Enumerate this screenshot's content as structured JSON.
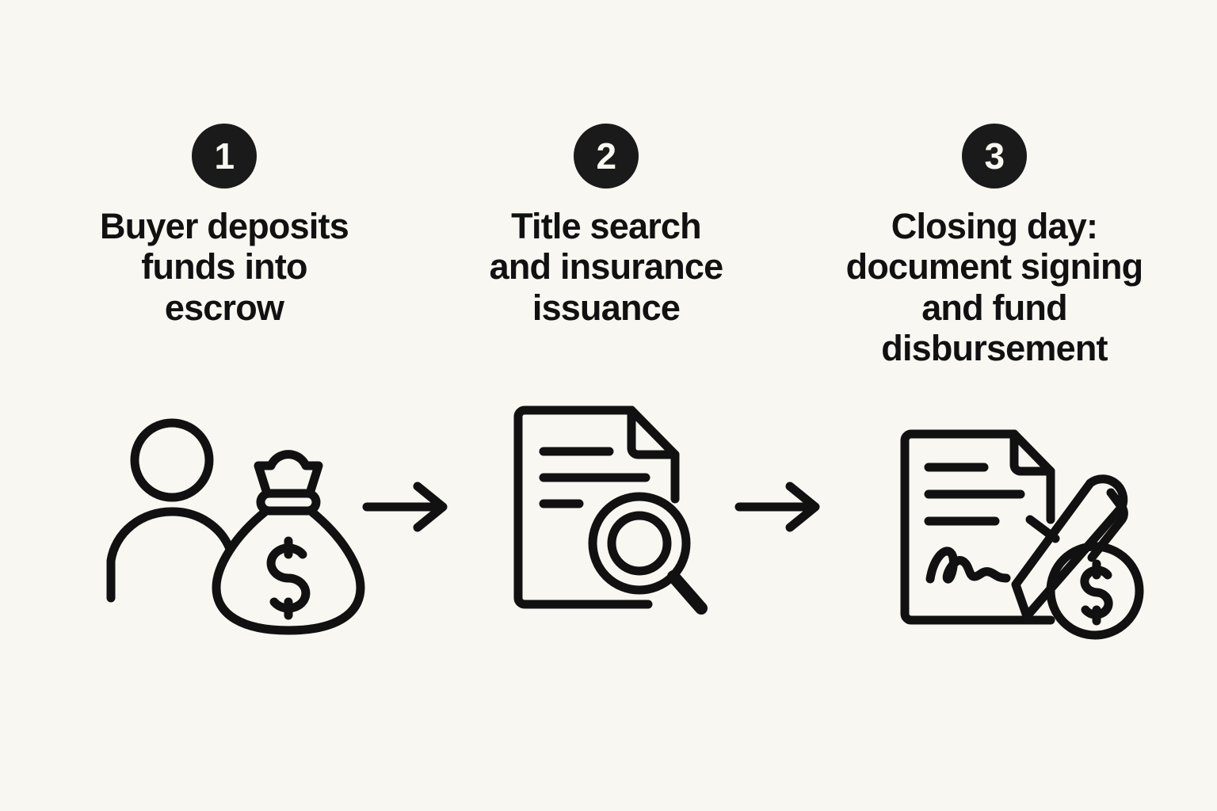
{
  "background_color": "#F8F7F2",
  "ink_color": "#111111",
  "badge_color": "#1A1A1A",
  "badge_text_color": "#F8F7F2",
  "diagram": {
    "type": "process-flow",
    "orientation": "horizontal",
    "step_count": 3,
    "connector": "arrow-right",
    "steps": [
      {
        "number": "1",
        "label": "Buyer deposits\nfunds into\nescrow",
        "label_lines": [
          "Buyer deposits",
          "funds into",
          "escrow"
        ],
        "icon": "person-with-money-bag-icon",
        "icon_parts": [
          "person-head-circle",
          "person-body-arc",
          "money-bag",
          "dollar-sign"
        ]
      },
      {
        "number": "2",
        "label": "Title search\nand insurance\nissuance",
        "label_lines": [
          "Title search",
          "and insurance",
          "issuance"
        ],
        "icon": "document-with-magnifier-icon",
        "icon_parts": [
          "document-page",
          "folded-corner",
          "text-lines",
          "magnifying-glass"
        ]
      },
      {
        "number": "3",
        "label": "Closing day:\ndocument signing\nand fund\ndisbursement",
        "label_lines": [
          "Closing day:",
          "document signing",
          "and fund",
          "disbursement"
        ],
        "icon": "signed-document-with-pen-and-coin-icon",
        "icon_parts": [
          "document-page",
          "folded-corner",
          "text-lines",
          "signature",
          "pen",
          "dollar-coin"
        ]
      }
    ],
    "arrows": [
      {
        "name": "arrow-step-1-to-2",
        "direction": "right"
      },
      {
        "name": "arrow-step-2-to-3",
        "direction": "right"
      }
    ]
  }
}
